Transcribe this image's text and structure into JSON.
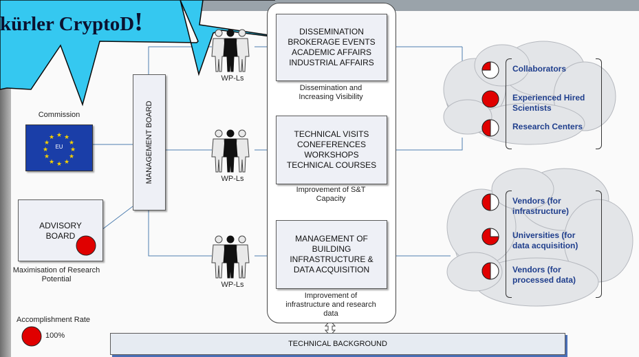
{
  "speech_bubble": {
    "text": "kürler CryptoD",
    "bang": "!"
  },
  "people_label": "WP-Ls",
  "center_boxes": [
    {
      "text": "DISSEMINATION\nBROKERAGE EVENTS\nACADEMIC AFFAIRS\nINDUSTRIAL AFFAIRS",
      "caption": "Dissemination and\nIncreasing Visibility"
    },
    {
      "text": "TECHNICAL VISITS\nCONEFERENCES\nWORKSHOPS\nTECHNICAL COURSES",
      "caption": "Improvement of S&T\nCapacity"
    },
    {
      "text": "MANAGEMENT OF\nBUILDING\nINFRASTRUCTURE &\nDATA ACQUISITION",
      "caption": "Improvement of\ninfrastructure and research\ndata"
    }
  ],
  "management_board": "MANAGEMENT BOARD",
  "commission": {
    "label": "Commission",
    "flag_text": "EU"
  },
  "advisory_board": {
    "text": "ADVISORY\nBOARD",
    "caption": "Maximisation of Research\nPotential"
  },
  "legend": {
    "title": "Accomplishment Rate",
    "value": "100%"
  },
  "technical_background": "TECHNICAL BACKGROUND",
  "cloud_top": [
    {
      "label": "Collaborators",
      "fill": 0.25
    },
    {
      "label": "Experienced Hired\nScientists",
      "fill": 1.0
    },
    {
      "label": "Research Centers",
      "fill": 0.5
    }
  ],
  "cloud_bottom": [
    {
      "label": "Vendors (for\ninfrastructure)",
      "fill": 0.5
    },
    {
      "label": "Universities (for\ndata acquisition)",
      "fill": 0.75
    },
    {
      "label": "Vendors (for\nprocessed data)",
      "fill": 0.5
    }
  ],
  "colors": {
    "accent_red": "#e00000",
    "label_blue": "#1f3e8c",
    "speech_cyan": "#35c8f0"
  }
}
